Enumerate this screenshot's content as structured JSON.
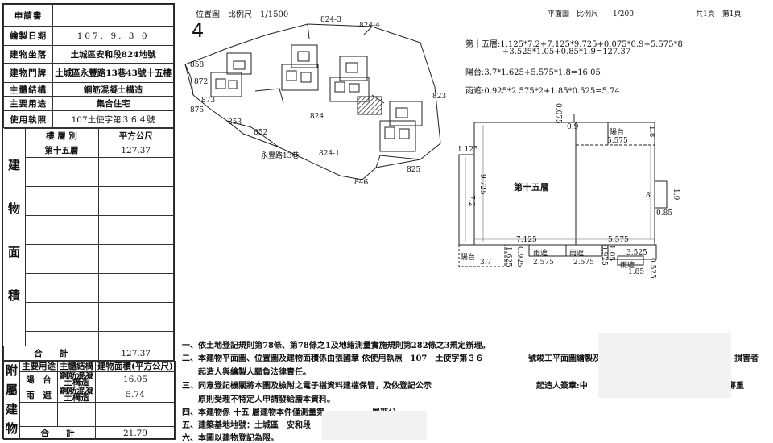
{
  "form": {
    "applicant_label": "申請書",
    "rows": [
      {
        "label": "繪製日期",
        "value": "107. 9. 3 0"
      },
      {
        "label": "建物坐落",
        "value": "土城區安和段824地號"
      },
      {
        "label": "建物門牌",
        "value": "土城區永豐路13巷43號十五樓"
      },
      {
        "label": "主體結構",
        "value": "鋼筋混凝土構造"
      },
      {
        "label": "主要用途",
        "value": "集合住宅"
      },
      {
        "label": "使用執照",
        "value": "107土使字第３６４號"
      }
    ],
    "area_section_chars": [
      "建",
      "物",
      "面",
      "積"
    ],
    "area_headers": [
      "樓 層 別",
      "平方公尺"
    ],
    "area_rows": [
      {
        "floor": "第十五層",
        "area": "127.37"
      }
    ],
    "area_total_label": "合　　計",
    "area_total": "127.37",
    "annex_chars": [
      "附",
      "屬",
      "建",
      "物"
    ],
    "annex_headers": [
      "主要用途",
      "主體結構",
      "建物面積(平方公尺)"
    ],
    "annex_rows": [
      {
        "use": "陽　台",
        "structure": "鋼筋混凝土構造",
        "area": "16.05"
      },
      {
        "use": "雨　遮",
        "structure": "鋼筋混凝土構造",
        "area": "5.74"
      }
    ],
    "annex_total_label": "合　　計",
    "annex_total": "21.79"
  },
  "location_plan": {
    "title": "位置圖　比例尺　1/1500",
    "north": "4",
    "parcels": [
      "824-3",
      "824-4",
      "858",
      "872",
      "873",
      "875",
      "853",
      "852",
      "824",
      "823",
      "824-1",
      "825",
      "846"
    ],
    "road": "永豐路13巷"
  },
  "floor_plan": {
    "title": "平面圖　比例尺　　1/200",
    "page": "共1頁　第1頁",
    "formulas": [
      "第十五層:1.125*7.2+7.125*9.725+0.075*0.9+5.575*8",
      "+3.525*1.05+0.85*1.9=127.37",
      "陽台:3.7*1.625+5.575*1.8=16.05",
      "雨遮:0.925*2.575*2+1.85*0.525=5.74"
    ],
    "room_label": "第十五層",
    "balcony": "陽台",
    "canopy": "雨遮",
    "dims": [
      "0.075",
      "0.9",
      "5.575",
      "1.8",
      "1.125",
      "9.725",
      "7.2",
      "8",
      "1.9",
      "0.85",
      "7.125",
      "5.575",
      "1.625",
      "0.925",
      "3.7",
      "2.575",
      "2.575",
      "0.925",
      "1.05",
      "3.525",
      "1.85",
      "0.525"
    ]
  },
  "notes": [
    "一、依土地登記規則第78條、第78條之1及地籍測量實施規則第282條之3規定辦理。",
    "二、本建物平面圖、位置圖及建物面積係由張國章 依使用執照　107　土使字第３６",
    "　　起造人與繪製人願負法律責任。",
    "三、同意登記機關將本圖及檢附之電子檔資料建檔保管，及依登記公示",
    "　　原則受理不特定人申請發給謄本資料。",
    "四、本建物係 十五 層建物本件僅測量第",
    "五、建築基地地號：土城區　安和段",
    "六、本圖以建物登記為限。"
  ],
  "notes_right": [
    "號竣工平面圖繪製及",
    "損害者",
    "起造人簽章:中",
    "鄭重",
    "層部分。"
  ]
}
